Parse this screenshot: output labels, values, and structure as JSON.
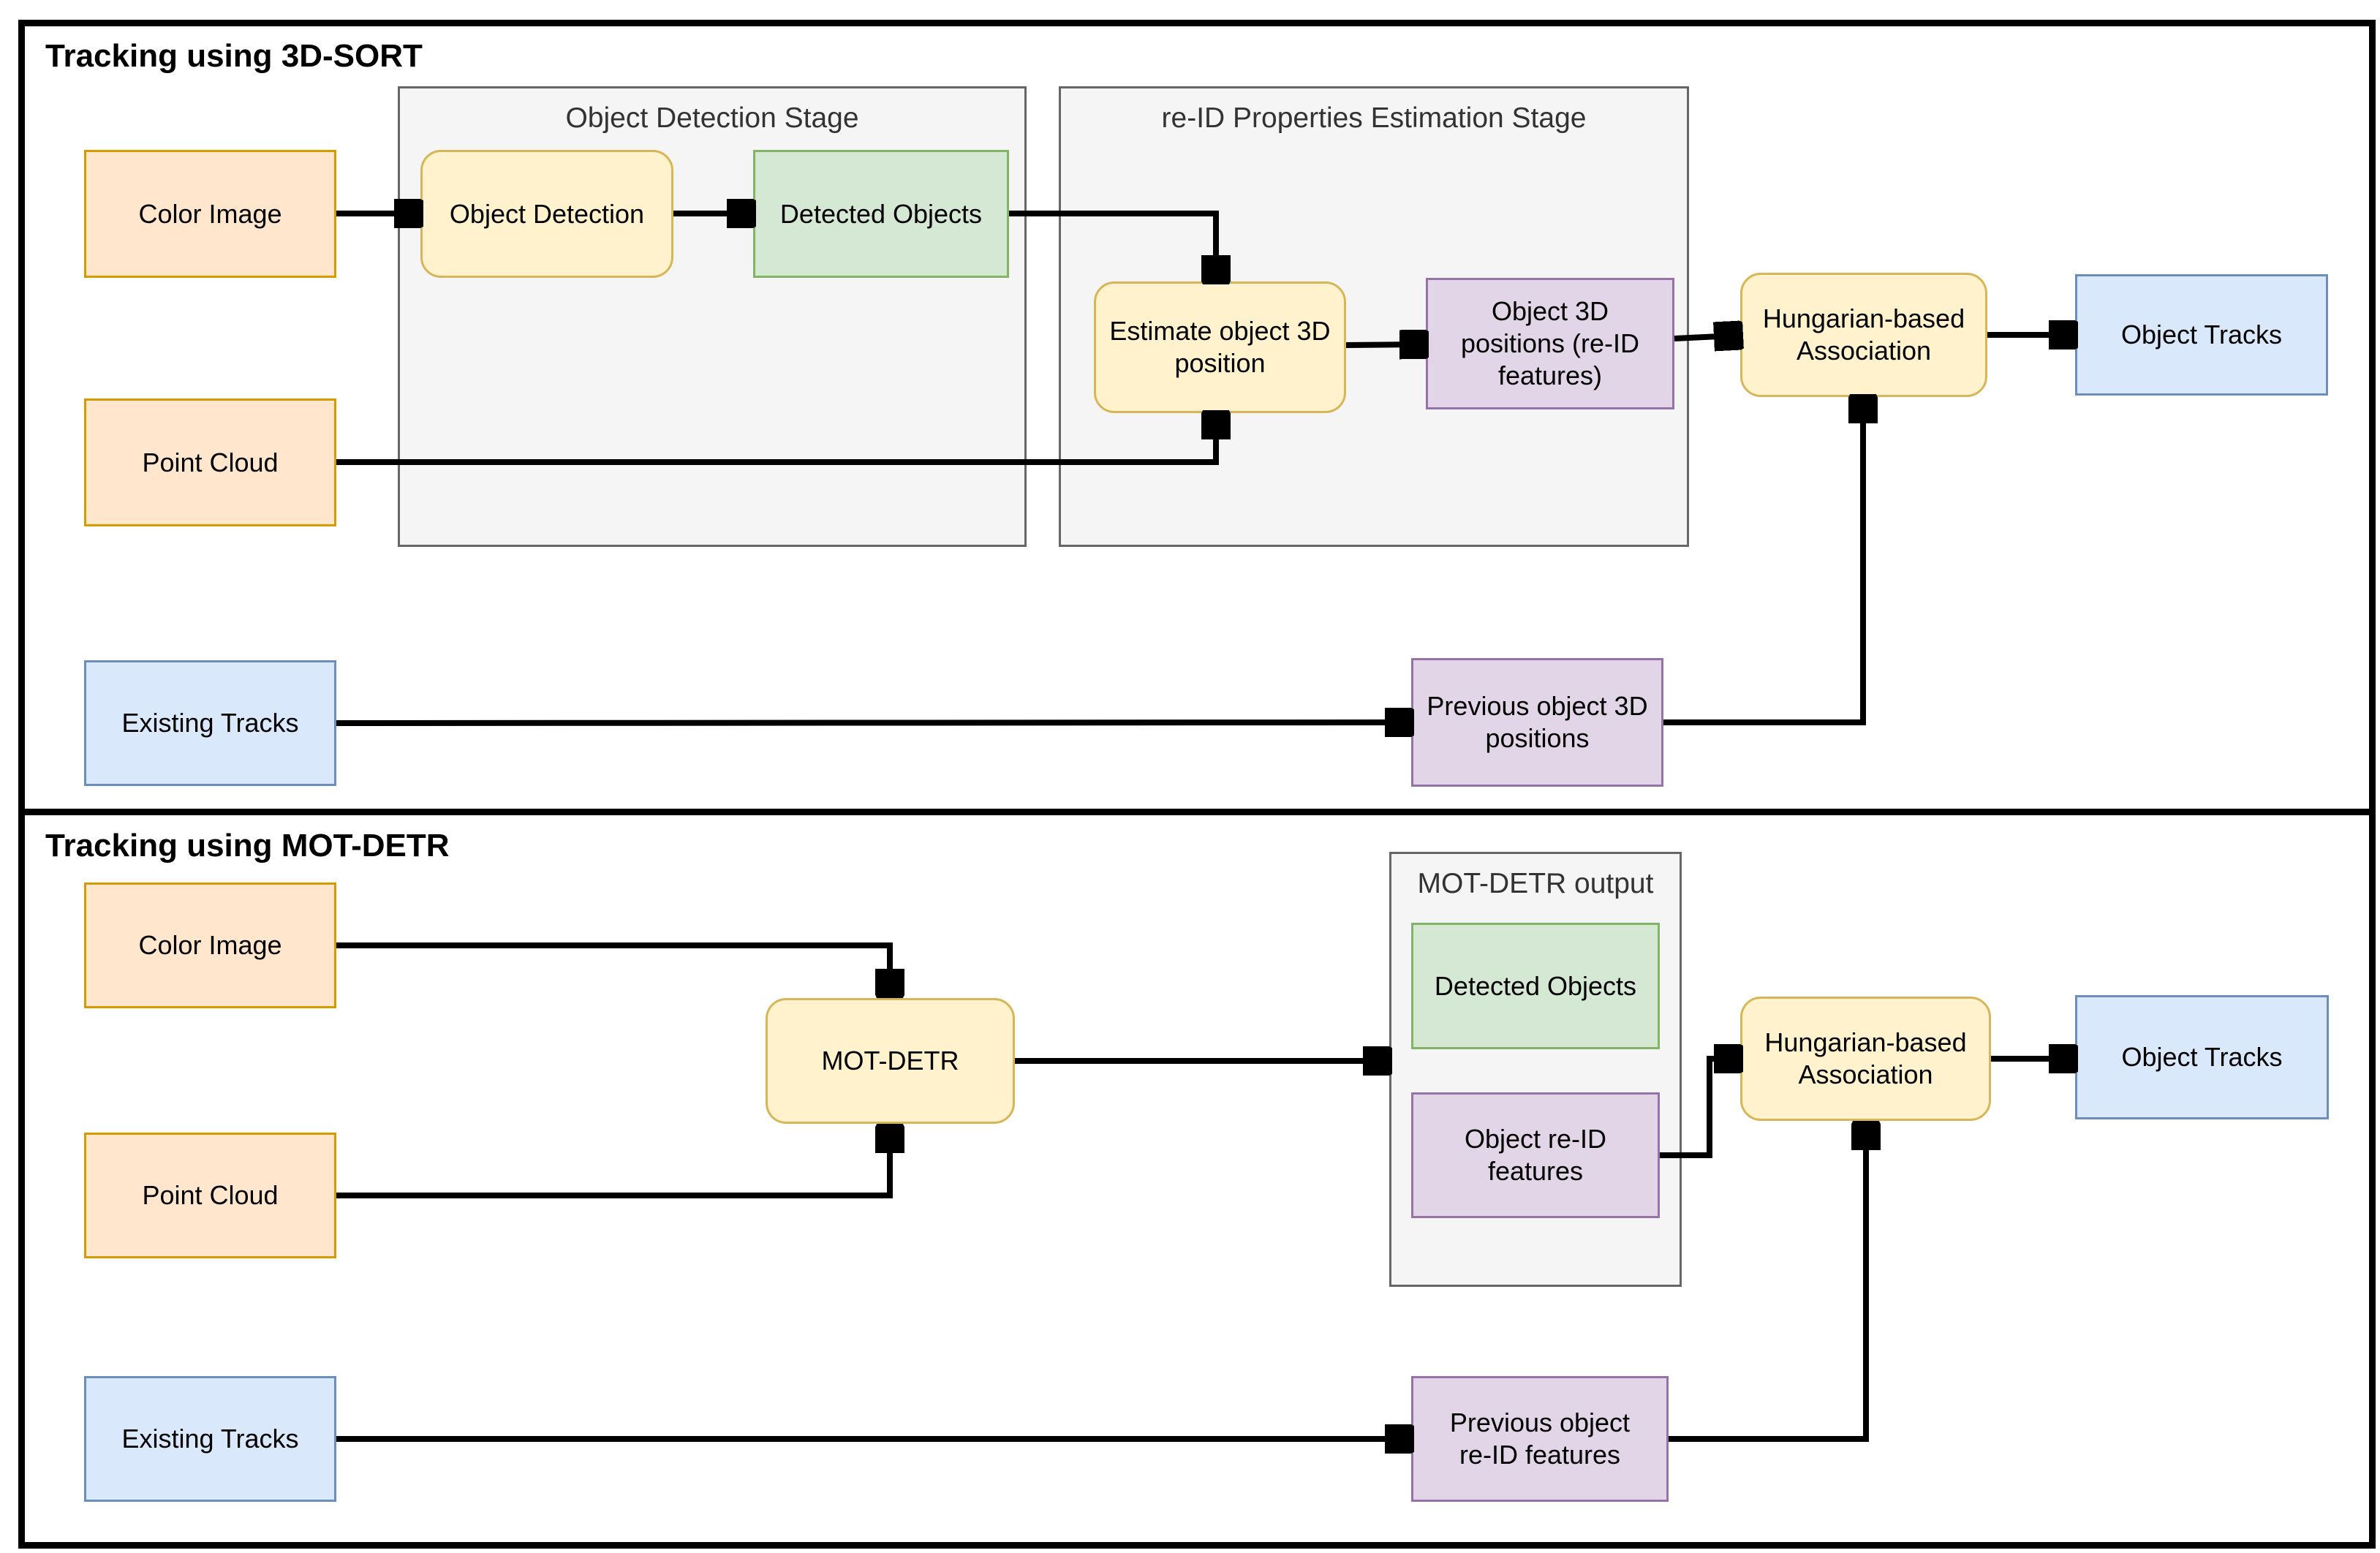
{
  "palette": {
    "input_fill": "#FFE6CC",
    "input_stroke": "#D79B00",
    "process_fill": "#FFF2CC",
    "process_stroke": "#D6B656",
    "detection_fill": "#D5E8D4",
    "detection_stroke": "#82B366",
    "reid_fill": "#E1D5E7",
    "reid_stroke": "#9673A6",
    "tracks_fill": "#DAE8FC",
    "tracks_stroke": "#6C8EBF",
    "stage_fill": "#F5F5F5",
    "stage_stroke": "#666666",
    "arrow": "#000000",
    "frame": "#000000"
  },
  "sections": [
    {
      "title": "Tracking using 3D-SORT",
      "containers": [
        {
          "label": "Object Detection Stage"
        },
        {
          "label": "re-ID Properties Estimation Stage"
        }
      ],
      "nodes": [
        {
          "id": "color-image",
          "label": "Color Image"
        },
        {
          "id": "point-cloud",
          "label": "Point Cloud"
        },
        {
          "id": "existing-tracks",
          "label": "Existing Tracks"
        },
        {
          "id": "object-detection",
          "label": "Object Detection"
        },
        {
          "id": "detected-objects",
          "label": "Detected Objects"
        },
        {
          "id": "estimate-object-3d-position",
          "label": "Estimate object 3D\nposition"
        },
        {
          "id": "object-3d-positions",
          "label": "Object 3D\npositions (re-ID\nfeatures)"
        },
        {
          "id": "hungarian-association",
          "label": "Hungarian-based\nAssociation"
        },
        {
          "id": "object-tracks",
          "label": "Object Tracks"
        },
        {
          "id": "previous-object-3d-positions",
          "label": "Previous object 3D\npositions"
        }
      ]
    },
    {
      "title": "Tracking using MOT-DETR",
      "containers": [
        {
          "label": "MOT-DETR output"
        }
      ],
      "nodes": [
        {
          "id": "color-image",
          "label": "Color Image"
        },
        {
          "id": "point-cloud",
          "label": "Point Cloud"
        },
        {
          "id": "existing-tracks",
          "label": "Existing Tracks"
        },
        {
          "id": "mot-detr",
          "label": "MOT-DETR"
        },
        {
          "id": "detected-objects",
          "label": "Detected Objects"
        },
        {
          "id": "object-reid-features",
          "label": "Object re-ID\nfeatures"
        },
        {
          "id": "hungarian-association",
          "label": "Hungarian-based\nAssociation"
        },
        {
          "id": "object-tracks",
          "label": "Object Tracks"
        },
        {
          "id": "previous-object-reid-features",
          "label": "Previous object\nre-ID features"
        }
      ]
    }
  ]
}
